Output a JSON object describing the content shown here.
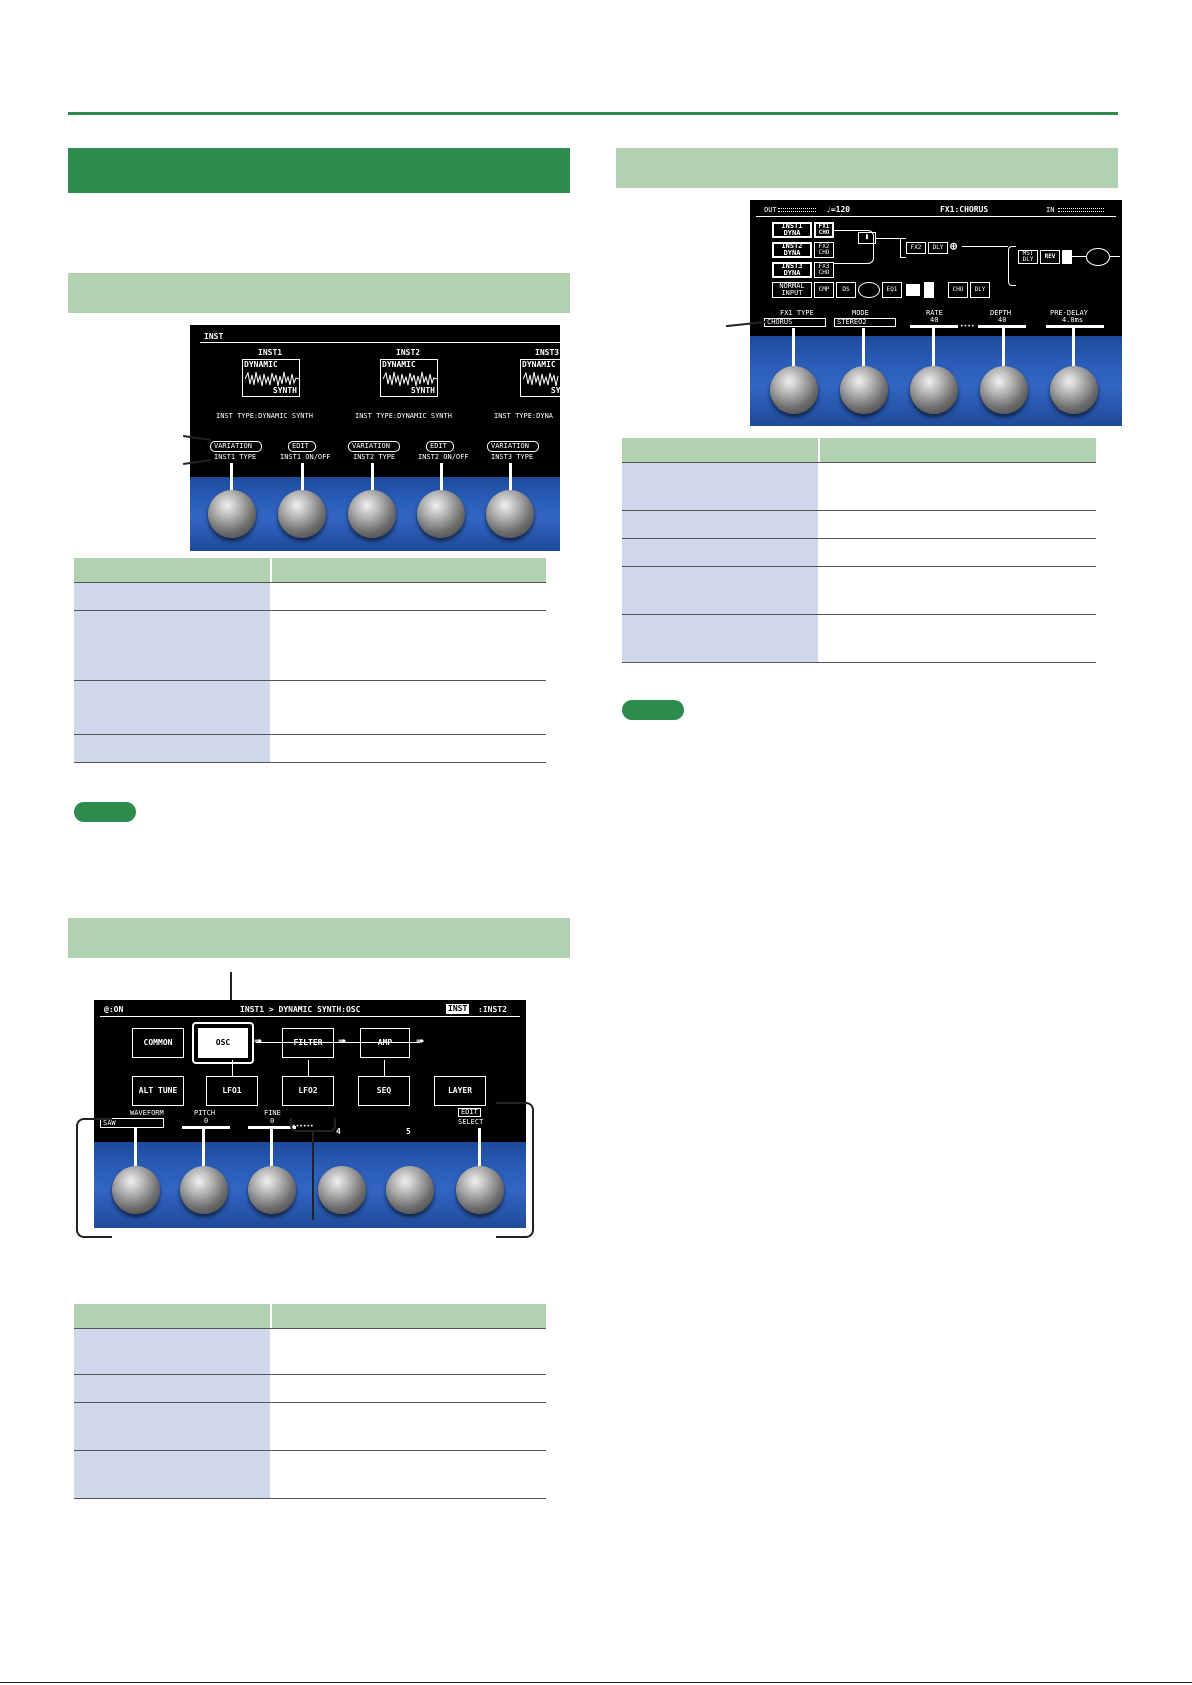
{
  "screen1": {
    "title": "INST",
    "inst_headers": [
      "INST1",
      "INST2",
      "INST3"
    ],
    "wave_lines": [
      "DYNAMIC",
      "SYNTH"
    ],
    "inst_type_text": "INST TYPE:DYNAMIC SYNTH",
    "inst_type_text_short": "INST TYPE:DYNA",
    "buttons": [
      "VARIATION",
      "EDIT",
      "VARIATION",
      "EDIT",
      "VARIATION"
    ],
    "labels": [
      "INST1 TYPE",
      "INST1 ON/OFF",
      "INST2 TYPE",
      "INST2 ON/OFF",
      "INST3 TYPE"
    ]
  },
  "screen2": {
    "status_left": "@:ON",
    "title": "INST1 > DYNAMIC SYNTH:OSC",
    "inst_badge": "INST",
    "inst_value": ":INST2",
    "row1": [
      "COMMON",
      "OSC",
      "FILTER",
      "AMP"
    ],
    "row2": [
      "ALT TUNE",
      "LFO1",
      "LFO2",
      "SEQ",
      "LAYER"
    ],
    "params": [
      {
        "label": "WAVEFORM",
        "value": "SAW"
      },
      {
        "label": "PITCH",
        "value": "0"
      },
      {
        "label": "FINE",
        "value": "0"
      },
      {
        "label": "4",
        "value": ""
      },
      {
        "label": "5",
        "value": ""
      },
      {
        "label": "EDIT SELECT",
        "value": ""
      }
    ],
    "edit_btn": "EDIT",
    "select_lbl": "SELECT"
  },
  "screen3": {
    "status_out": "OUT",
    "tempo": "♩=120",
    "title": "FX1:CHORUS",
    "status_in": "IN",
    "insts": [
      "INST1 DYNA",
      "INST2 DYNA",
      "INST3 DYNA",
      "NORMAL INPUT"
    ],
    "fx_row": [
      "FX1 CHO",
      "FX2 CHO",
      "FX3 CHO"
    ],
    "misc": [
      "FX2",
      "DLY",
      "MST DLY",
      "REV"
    ],
    "bottom_chain": [
      "CMP",
      "DS",
      "EQ1",
      "CHO",
      "DLY"
    ],
    "params": [
      {
        "label": "FX1 TYPE",
        "value": "CHORUS"
      },
      {
        "label": "MODE",
        "value": "STEREO2"
      },
      {
        "label": "RATE",
        "value": "40"
      },
      {
        "label": "DEPTH",
        "value": "40"
      },
      {
        "label": "PRE-DELAY",
        "value": "4.0ms"
      }
    ]
  }
}
